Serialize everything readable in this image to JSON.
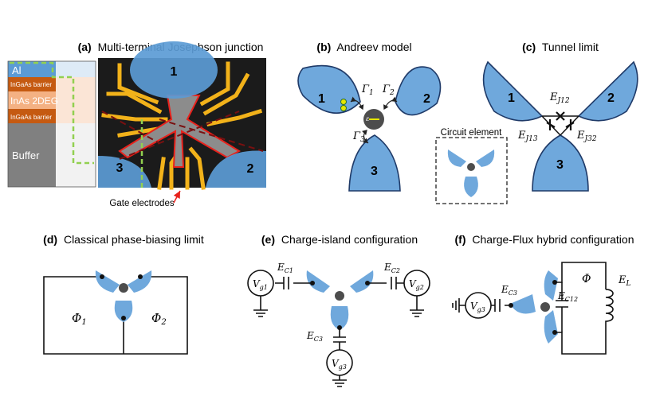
{
  "panels": {
    "a": {
      "letter": "(a)",
      "title": "Multi-terminal Josephson junction",
      "layers": [
        "Al",
        "InGaAs barrier",
        "InAs 2DEG",
        "InGaAs barrier",
        "Buffer"
      ],
      "leads": [
        "1",
        "2",
        "3"
      ],
      "gate_label": "Gate electrodes"
    },
    "b": {
      "letter": "(b)",
      "title": "Andreev model",
      "leads": [
        "1",
        "2",
        "3"
      ],
      "gammas": [
        "Γ",
        "Γ",
        "Γ"
      ],
      "gamma_subs": [
        "1",
        "2",
        "3"
      ],
      "circuit_element": "Circuit element"
    },
    "c": {
      "letter": "(c)",
      "title": "Tunnel limit",
      "leads": [
        "1",
        "2",
        "3"
      ],
      "ej": [
        "E",
        "E",
        "E"
      ],
      "ej_subs": [
        "J12",
        "J13",
        "J32"
      ]
    },
    "d": {
      "letter": "(d)",
      "title": "Classical phase-biasing limit",
      "phi1": "Φ",
      "phi1_sub": "1",
      "phi2": "Φ",
      "phi2_sub": "2"
    },
    "e": {
      "letter": "(e)",
      "title": "Charge-island configuration",
      "vg": [
        "V",
        "V",
        "V"
      ],
      "vg_subs": [
        "g1",
        "g2",
        "g3"
      ],
      "ec": [
        "E",
        "E",
        "E"
      ],
      "ec_subs": [
        "C1",
        "C2",
        "C3"
      ]
    },
    "f": {
      "letter": "(f)",
      "title": "Charge-Flux hybrid configuration",
      "vg": "V",
      "vg_sub": "g3",
      "ec3": "E",
      "ec3_sub": "C3",
      "ec12": "E",
      "ec12_sub": "C12",
      "phi": "Φ",
      "el": "E",
      "el_sub": "L"
    }
  },
  "colors": {
    "lead": "#6fa8dc",
    "lead_stroke": "#1f3a68",
    "gold": "#f2b21a",
    "al": "#5b9bd5",
    "barrier": "#c55a11",
    "twodeg": "#f4b183",
    "buffer": "#7f7f7f",
    "red": "#e8221c",
    "green": "#92d050",
    "dot": "#4d4d4d"
  }
}
